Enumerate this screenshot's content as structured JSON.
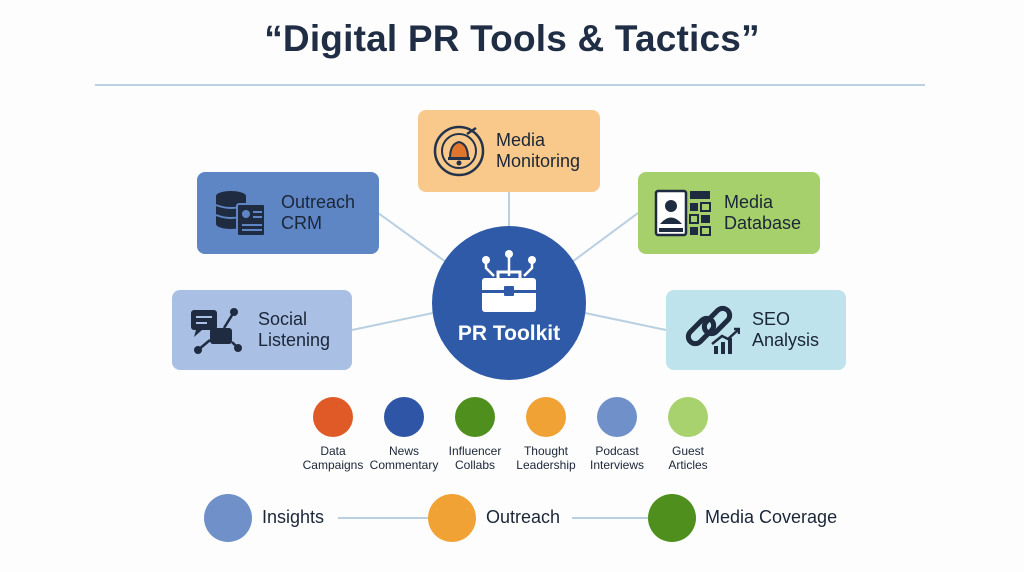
{
  "title": "“Digital PR Tools & Tactics”",
  "hub": {
    "label": "PR Toolkit",
    "color": "#2e5aa8"
  },
  "tools": [
    {
      "id": "media-monitoring",
      "label": "Media\nMonitoring",
      "icon": "radar-bell-icon",
      "color": "#f8c98a"
    },
    {
      "id": "outreach-crm",
      "label": "Outreach\nCRM",
      "icon": "database-contact-icon",
      "color": "#5f86c4"
    },
    {
      "id": "media-database",
      "label": "Media\nDatabase",
      "icon": "journalist-card-icon",
      "color": "#a6d06b"
    },
    {
      "id": "social-listening",
      "label": "Social\nListening",
      "icon": "chat-network-icon",
      "color": "#a9bfe4"
    },
    {
      "id": "seo-analysis",
      "label": "SEO\nAnalysis",
      "icon": "link-chart-icon",
      "color": "#bfe3ec"
    }
  ],
  "tactics": [
    {
      "label": "Data\nCampaigns",
      "color": "#e05a27"
    },
    {
      "label": "News\nCommentary",
      "color": "#2e55a6"
    },
    {
      "label": "Influencer\nCollabs",
      "color": "#4e8f1e"
    },
    {
      "label": "Thought\nLeadership",
      "color": "#f0a234"
    },
    {
      "label": "Podcast\nInterviews",
      "color": "#6f90c8"
    },
    {
      "label": "Guest\nArticles",
      "color": "#a8d26e"
    }
  ],
  "flow": [
    {
      "label": "Insights",
      "color": "#6f90c8"
    },
    {
      "label": "Outreach",
      "color": "#f0a234"
    },
    {
      "label": "Media Coverage",
      "color": "#4e8f1e"
    }
  ]
}
